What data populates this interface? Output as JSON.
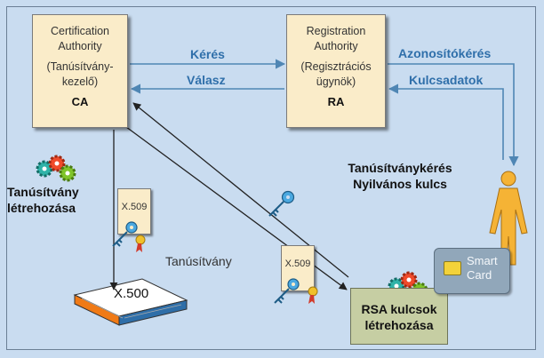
{
  "ca": {
    "line1": "Certification",
    "line2": "Authority",
    "line3": "(Tanúsítvány-",
    "line4": "kezelő)",
    "abbr": "CA"
  },
  "ra": {
    "line1": "Registration",
    "line2": "Authority",
    "line3": "(Regisztrációs",
    "line4": "ügynök)",
    "abbr": "RA"
  },
  "flows": {
    "request": "Kérés",
    "response": "Válasz",
    "id_request": "Azonosítókérés",
    "key_data": "Kulcsadatok"
  },
  "cert_request": {
    "line1": "Tanúsítványkérés",
    "line2": "Nyilvános kulcs"
  },
  "cert_creation": {
    "line1": "Tanúsítvány",
    "line2": "létrehozása"
  },
  "certificate_label": "Tanúsítvány",
  "x509_label": "X.509",
  "x500_label": "X.500",
  "rsa": {
    "line1": "RSA kulcsok",
    "line2": "létrehozása"
  },
  "smart_card": {
    "line1": "Smart",
    "line2": "Card"
  },
  "colors": {
    "background": "#c9dcf0",
    "box_fill": "#faecc9",
    "blue_text": "#2f6faa",
    "arrow_blue": "#4f86b4",
    "rsa_fill": "#c6cea3",
    "person": "#f5b335",
    "smart_card": "#91a7ba",
    "chip": "#f3d23a"
  }
}
